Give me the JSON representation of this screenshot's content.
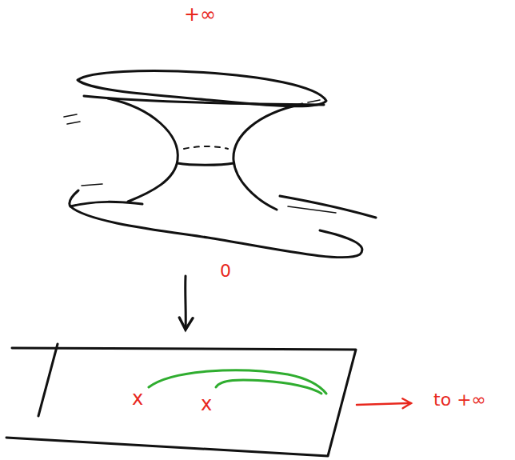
{
  "diagram": {
    "labels": [
      "+∞",
      "0",
      "x",
      "x",
      "to +∞"
    ]
  }
}
